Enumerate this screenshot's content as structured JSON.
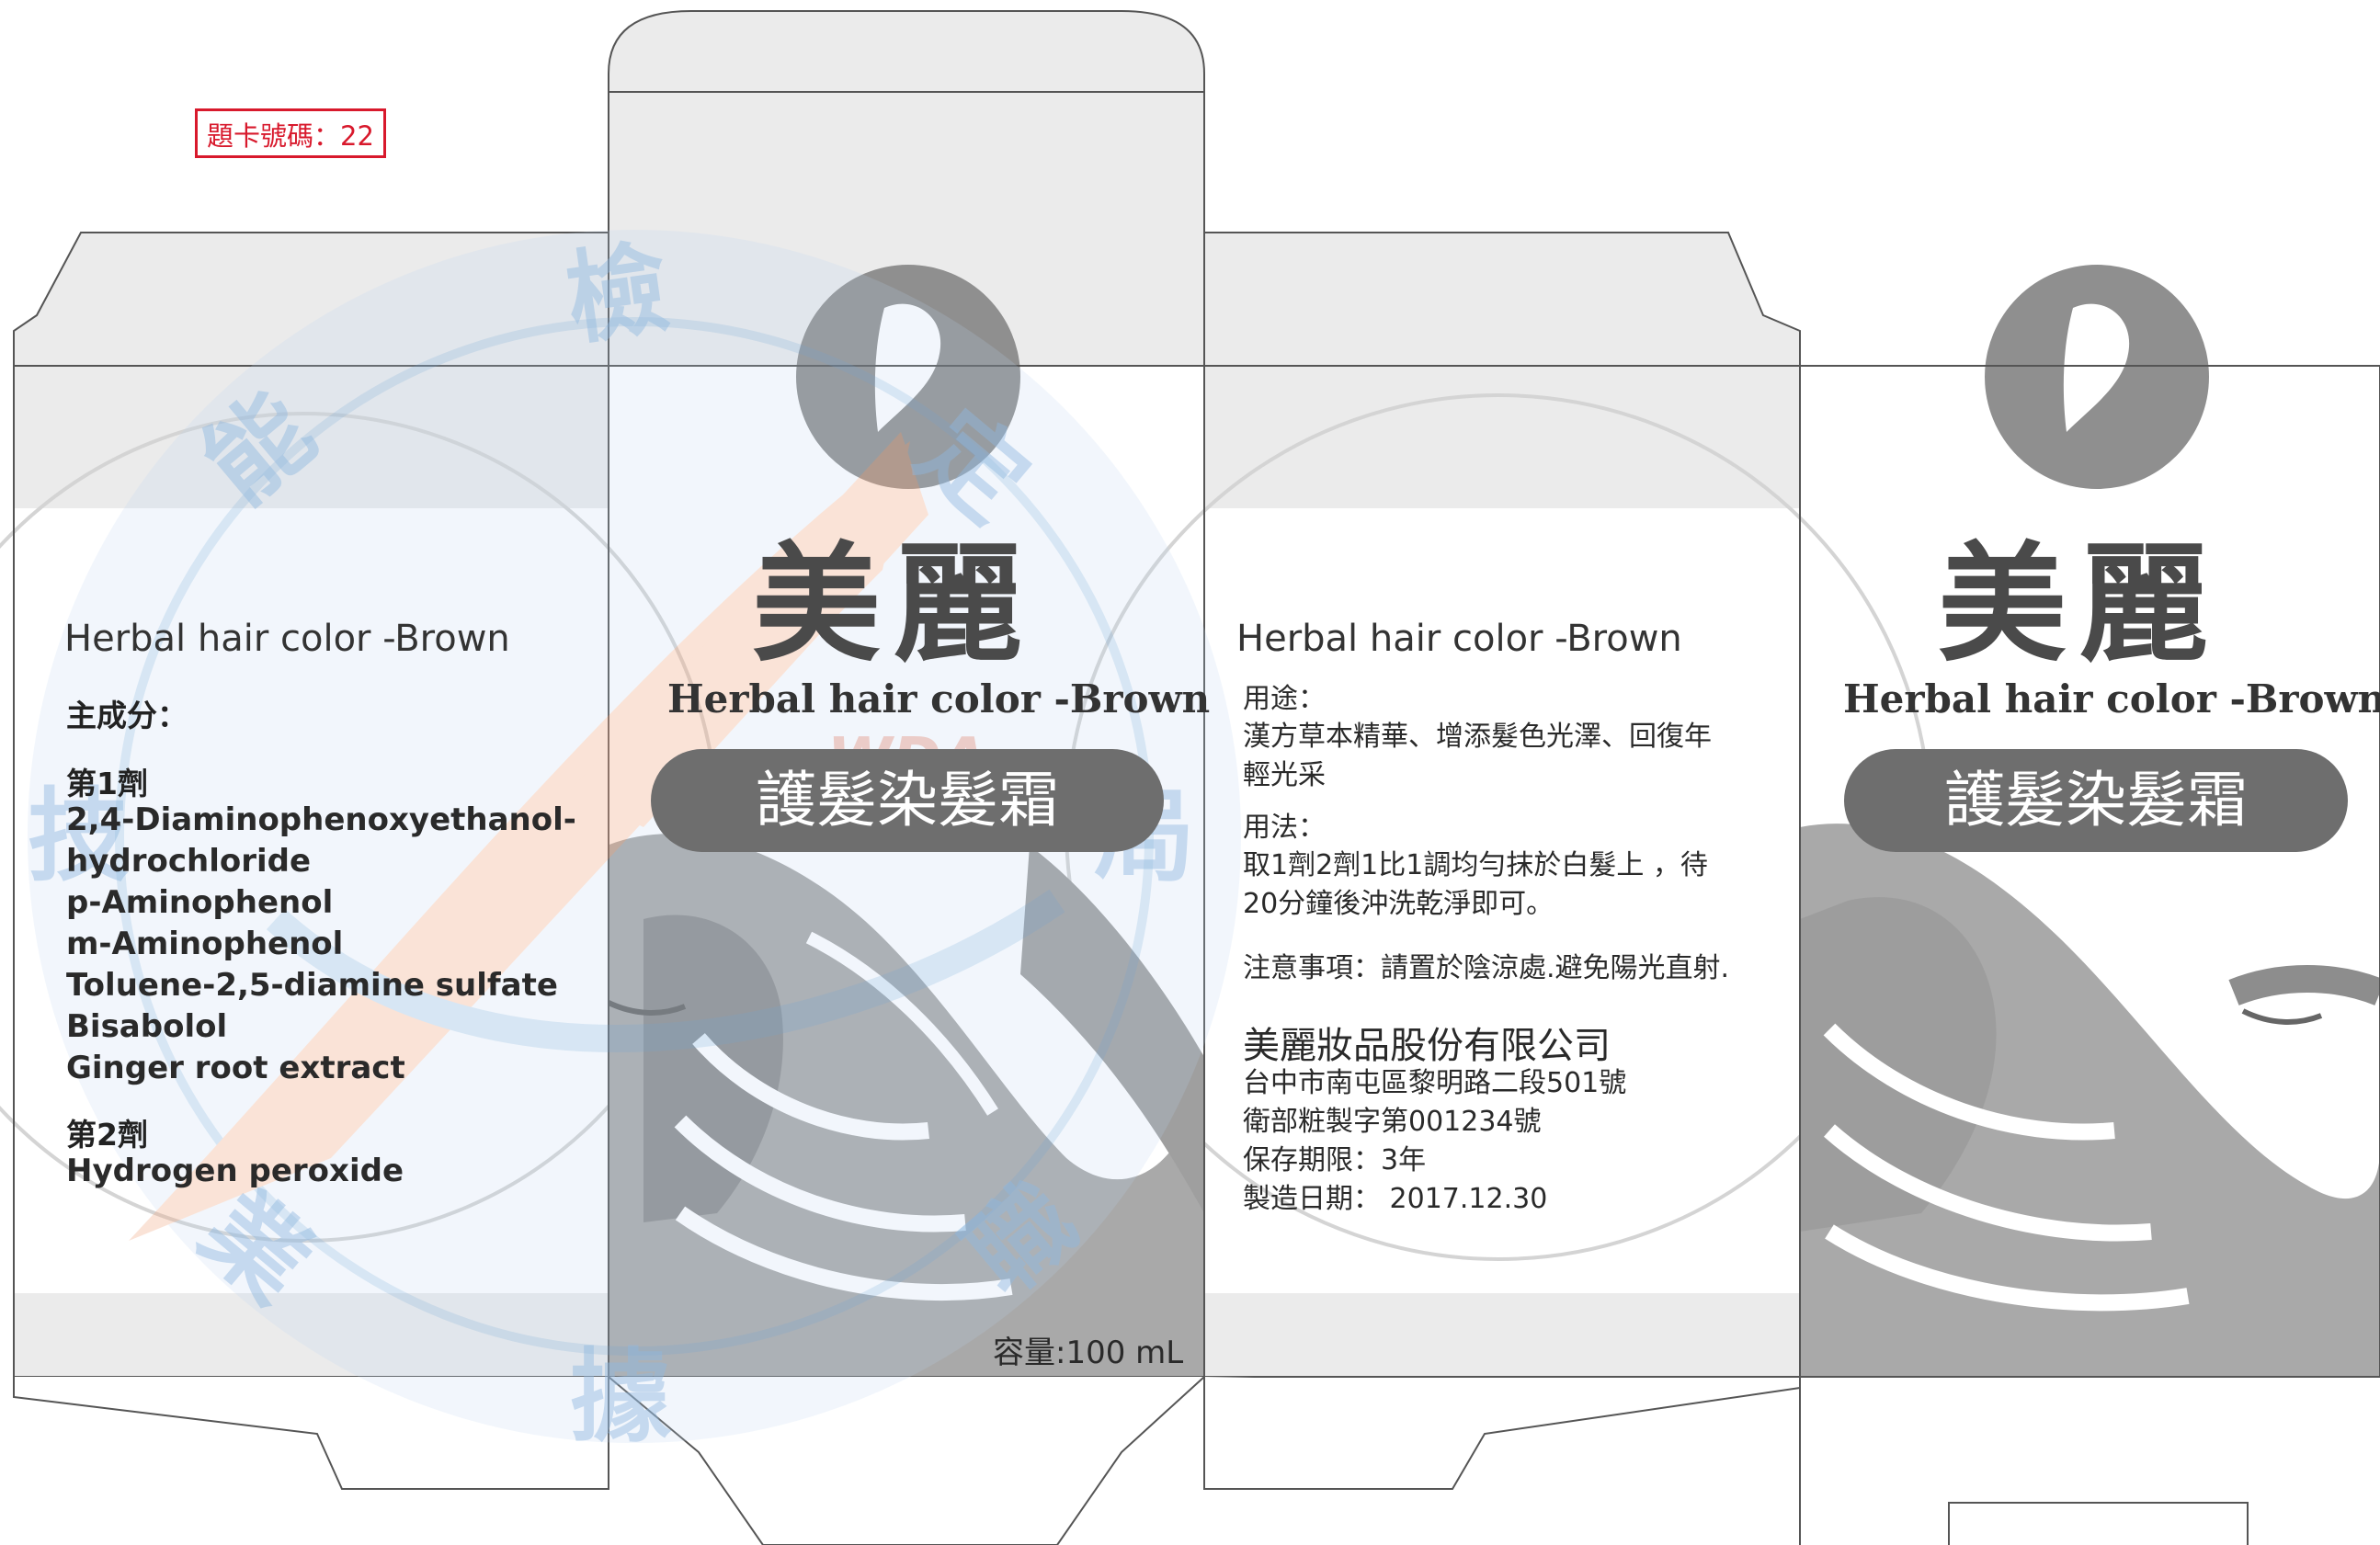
{
  "card_number": "題卡號碼：22",
  "watermark_chars": [
    "檢",
    "定",
    "能",
    "技",
    "局",
    "據",
    "業",
    "職"
  ],
  "watermark_logo_text": "WDA",
  "colors": {
    "gray_band": "#ebebeb",
    "brand_gray": "#4a4a4a",
    "pill_gray": "#6e6e6e",
    "card_red": "#d8192c",
    "watermark_blue": "#8fb8e0",
    "watermark_orange": "#f2b08e"
  },
  "left_panel": {
    "title": "Herbal hair color -Brown",
    "ingredients_label": "主成分：",
    "agent1_label": "第1劑",
    "agent1_items": [
      "2,4-Diaminophenoxyethanol-",
      "hydrochloride",
      "p-Aminophenol",
      "m-Aminophenol",
      "Toluene-2,5-diamine sulfate",
      "Bisabolol",
      "Ginger root extract"
    ],
    "agent2_label": "第2劑",
    "agent2_items": [
      "Hydrogen peroxide"
    ]
  },
  "front_panel": {
    "brand": "美麗",
    "subtitle": "Herbal hair color -Brown",
    "product_name": "護髮染髮霜",
    "volume": "容量:100 mL"
  },
  "info_panel": {
    "title": "Herbal hair color -Brown",
    "usage_label": "用途：",
    "usage_lines": [
      "漢方草本精華、增添髮色光澤、回復年",
      "輕光采"
    ],
    "method_label": "用法：",
    "method_lines": [
      "取1劑2劑1比1調均勻抹於白髮上 ，待",
      "20分鐘後沖洗乾淨即可。"
    ],
    "caution": "注意事項：請置於陰涼處.避免陽光直射.",
    "company": "美麗妝品股份有限公司",
    "address": "台中市南屯區黎明路二段501號",
    "license": "衛部粧製字第001234號",
    "shelf_life": "保存期限：3年",
    "manufacture_date": "製造日期： 2017.12.30"
  },
  "back_panel": {
    "brand": "美麗",
    "subtitle": "Herbal hair color -Brown",
    "product_name": "護髮染髮霜"
  }
}
